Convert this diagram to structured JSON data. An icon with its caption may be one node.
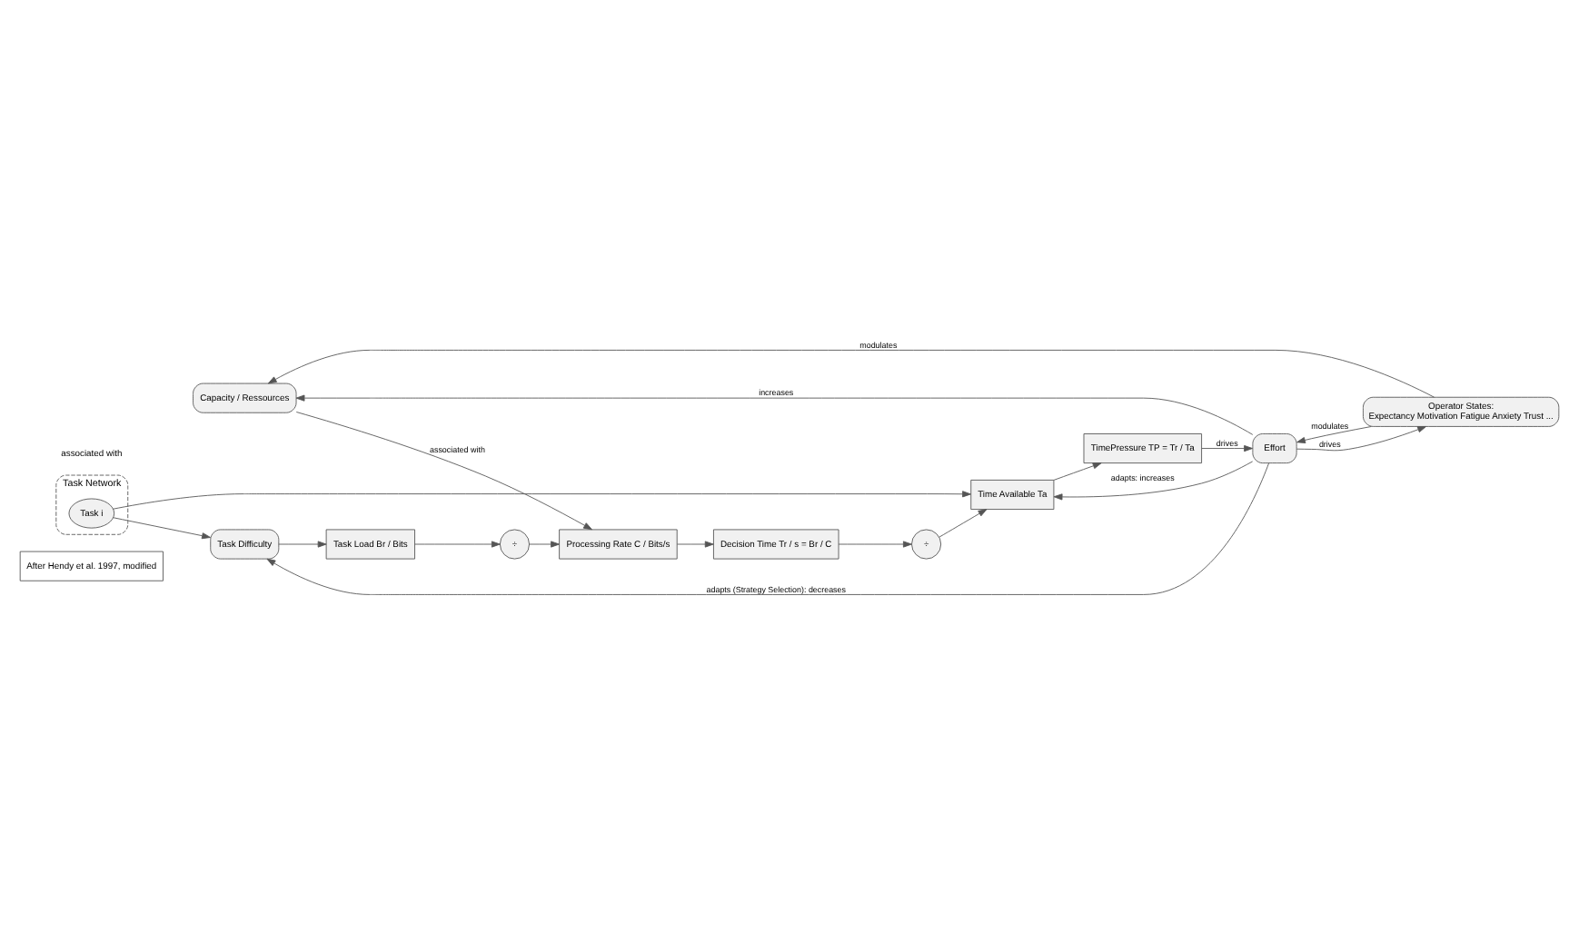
{
  "diagram": {
    "nodes": [
      {
        "text": [
          "After Hendy et al. 1997, modified"
        ]
      },
      {
        "text": [
          "Task Network"
        ]
      },
      {
        "text": [
          "Task i"
        ],
        "in": 1
      },
      {
        "text": [
          "Task Difficulty"
        ]
      },
      {
        "text": [
          "Task Load Br / Bits"
        ]
      },
      {
        "text": [
          "÷"
        ]
      },
      {
        "text": [
          "Processing Rate C / Bits/s"
        ]
      },
      {
        "text": [
          "Decision Time Tr / s = Br / C"
        ]
      },
      {
        "text": [
          "÷"
        ]
      },
      {
        "text": [
          "Time Available Ta"
        ]
      },
      {
        "text": [
          "TimePressure TP = Tr / Ta"
        ]
      },
      {
        "text": [
          "Capacity / Ressources"
        ]
      },
      {
        "text": [
          "Operator States:",
          "Expectancy Motivation Fatigue Anxiety Trust ..."
        ]
      },
      {
        "text": [
          "Effort"
        ]
      }
    ],
    "edges": [
      {
        "from": 2,
        "to": 3,
        "arrow": "to"
      },
      {
        "from": 2,
        "to": 9,
        "arrow": "to"
      },
      {
        "from": 3,
        "to": 4,
        "arrow": "to"
      },
      {
        "from": 4,
        "to": 5,
        "arrow": "to"
      },
      {
        "from": 5,
        "to": 6,
        "arrow": "to"
      },
      {
        "from": 6,
        "to": 7,
        "arrow": "to"
      },
      {
        "from": 7,
        "to": 8,
        "arrow": "to"
      },
      {
        "from": 8,
        "to": 9,
        "arrow": "to"
      },
      {
        "from": 9,
        "to": 10,
        "arrow": "to"
      },
      {
        "from": 11,
        "to": 6,
        "arrow": "to",
        "label": "associated with"
      },
      {
        "from": 12,
        "to": 11,
        "arrow": "to",
        "label": "modulates"
      },
      {
        "from": 12,
        "to": 13,
        "arrow": "to",
        "label": "modulates"
      },
      {
        "from": 13,
        "to": 9,
        "arrow": "to",
        "label": "adapts: increases"
      },
      {
        "from": 10,
        "to": 13,
        "arrow": "to",
        "label": "drives"
      },
      {
        "from": 13,
        "to": 12,
        "arrow": "to",
        "label": "drives"
      },
      {
        "from": 13,
        "to": 11,
        "arrow": "to",
        "label": "increases"
      },
      {
        "from": 13,
        "to": 3,
        "arrow": "to",
        "label": "adapts (Strategy Selection): decreases"
      }
    ],
    "labels": [
      "associated with"
    ]
  }
}
